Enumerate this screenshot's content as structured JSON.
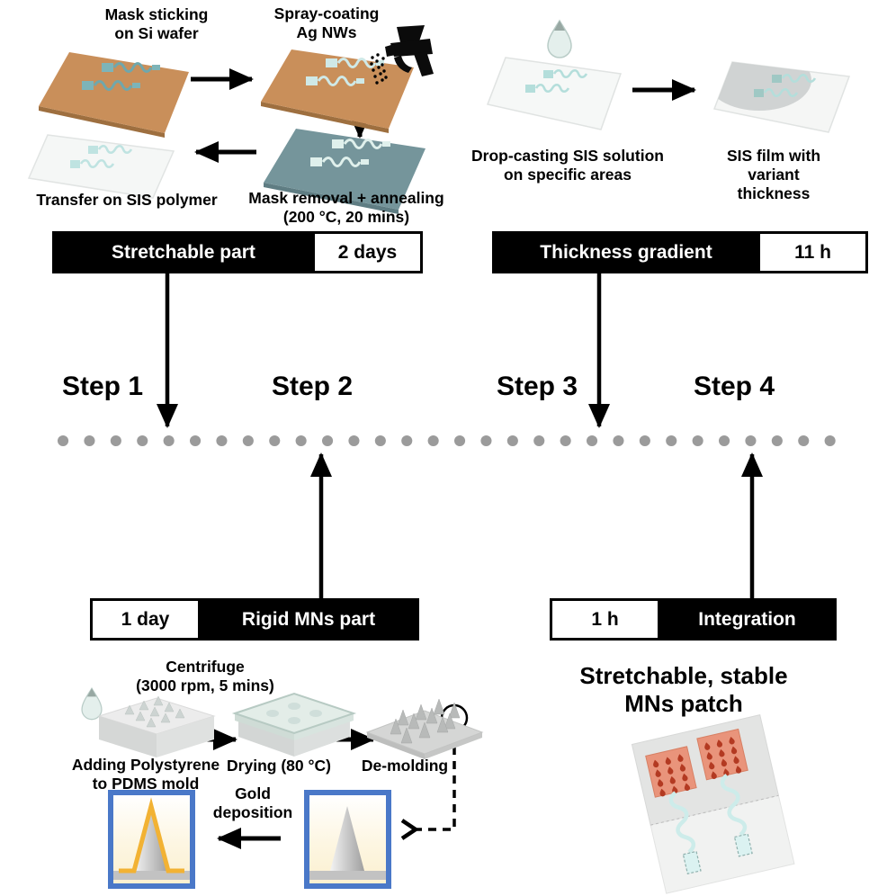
{
  "processes": {
    "step1": {
      "mask_sticking": "Mask sticking\non Si wafer",
      "spray_coating": "Spray-coating\nAg NWs",
      "mask_removal": "Mask removal + annealing\n(200 °C, 20 mins)",
      "transfer": "Transfer on SIS polymer"
    },
    "step2": {
      "adding_polystyrene": "Adding Polystyrene\nto PDMS mold",
      "centrifuge": "Centrifuge\n(3000 rpm, 5 mins)",
      "drying": "Drying (80 °C)",
      "demolding": "De-molding",
      "gold_deposition": "Gold\ndeposition"
    },
    "step3": {
      "drop_casting": "Drop-casting SIS solution\non specific areas",
      "sis_film": "SIS film with variant\nthickness"
    },
    "step4": {
      "result": "Stretchable, stable MNs patch"
    }
  },
  "timeline": {
    "steps": [
      "Step 1",
      "Step 2",
      "Step 3",
      "Step 4"
    ],
    "bars": [
      {
        "label": "Stretchable part",
        "duration": "2 days"
      },
      {
        "label": "Thickness gradient",
        "duration": "11 h"
      },
      {
        "label": "Rigid MNs part",
        "duration": "1 day"
      },
      {
        "label": "Integration",
        "duration": "1 h"
      }
    ]
  },
  "colors": {
    "wafer_tan": "#c98f5a",
    "wafer_annealed": "#75959b",
    "trace_teal": "#7db4b8",
    "trace_pale": "#dff0ec",
    "timeline_dot": "#9b9b9b",
    "bar_black": "#000000",
    "box_border_blue": "#4a78c8",
    "gold": "#f2b233",
    "patch_salmon": "#e9947b",
    "mn_droplet_red": "#b33a22"
  }
}
